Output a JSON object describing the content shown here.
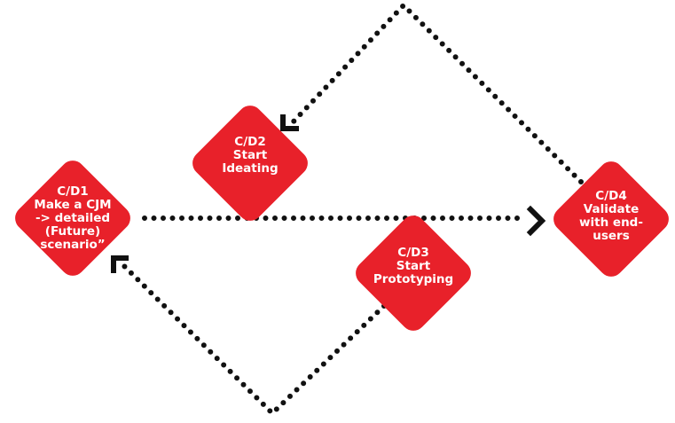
{
  "diagram": {
    "accent_color": "#e8212a",
    "connector_color": "#111111",
    "nodes": [
      {
        "id": "cd1",
        "code": "C/D1",
        "lines": [
          "Make a CJM",
          "-> detailed",
          "(Future)",
          "scenario”"
        ]
      },
      {
        "id": "cd2",
        "code": "C/D2",
        "lines": [
          "Start",
          "Ideating"
        ]
      },
      {
        "id": "cd3",
        "code": "C/D3",
        "lines": [
          "Start",
          "Prototyping"
        ]
      },
      {
        "id": "cd4",
        "code": "C/D4",
        "lines": [
          "Validate",
          "with end-",
          "users"
        ]
      }
    ],
    "connectors": [
      {
        "from": "cd1",
        "to": "cd4",
        "style": "dotted",
        "arrow": "end"
      },
      {
        "from": "cd4",
        "to": "cd2",
        "style": "dotted",
        "arrow": "end"
      },
      {
        "from": "cd3",
        "to": "cd1",
        "style": "dotted",
        "arrow": "end"
      }
    ]
  }
}
